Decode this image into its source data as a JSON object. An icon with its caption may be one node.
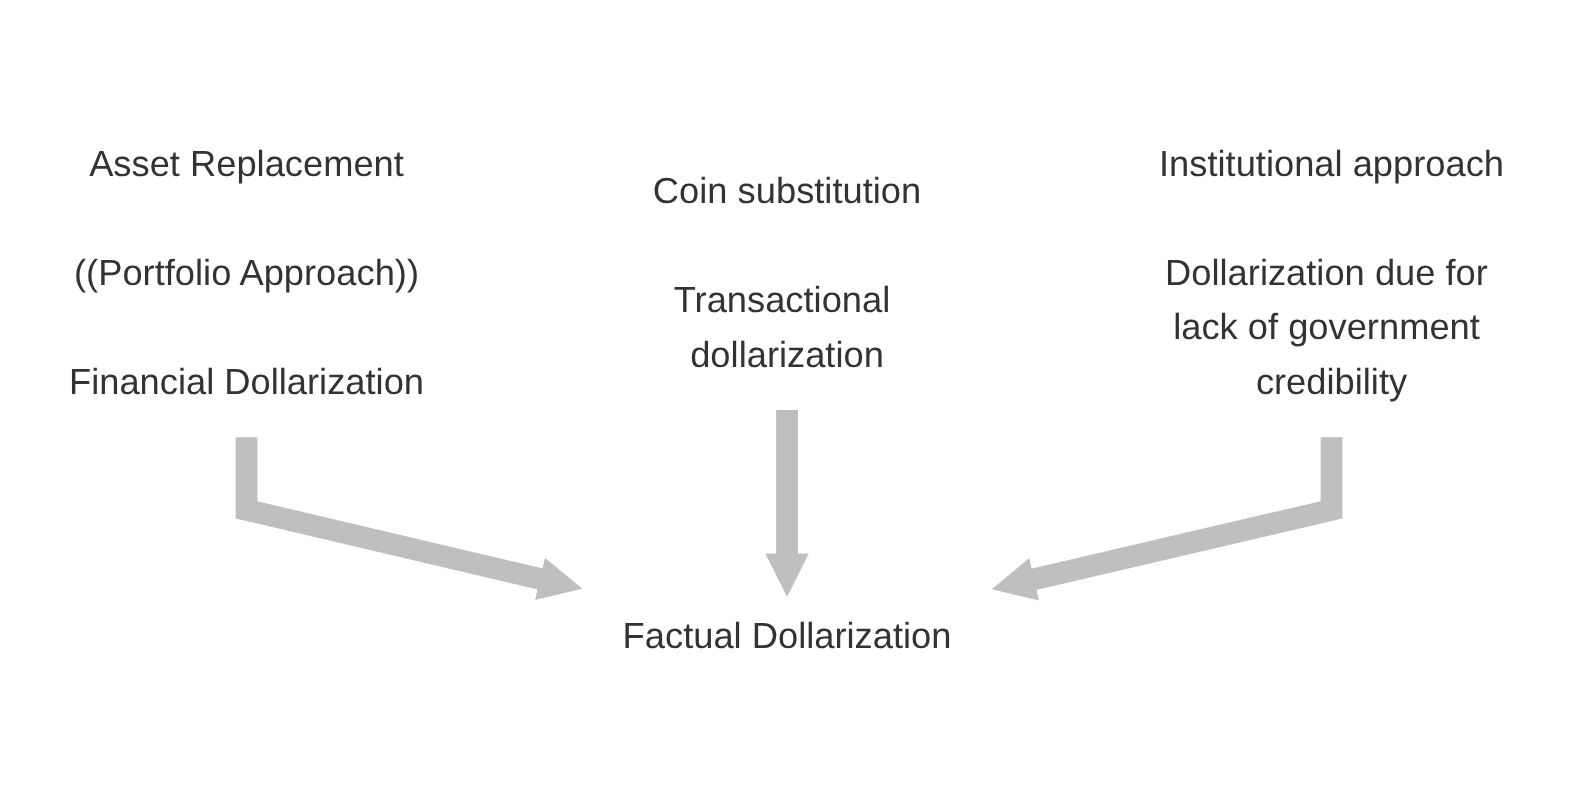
{
  "diagram": {
    "nodes": [
      {
        "text": [
          "Asset Replacement",
          "((Portfolio Approach))",
          "Financial Dollarization"
        ]
      },
      {
        "text": [
          "Coin substitution",
          "Transactional dollarization"
        ]
      },
      {
        "text": [
          "Institutional approach",
          "Dollarization due for lack of government credibility"
        ]
      },
      {
        "text": [
          "Factual Dollarization"
        ]
      }
    ],
    "edges": [
      {
        "from": 0,
        "to": 3,
        "arrow": "to",
        "color": "#bfbfbf"
      },
      {
        "from": 1,
        "to": 3,
        "arrow": "to",
        "color": "#bfbfbf"
      },
      {
        "from": 2,
        "to": 3,
        "arrow": "to",
        "color": "#bfbfbf"
      }
    ]
  }
}
